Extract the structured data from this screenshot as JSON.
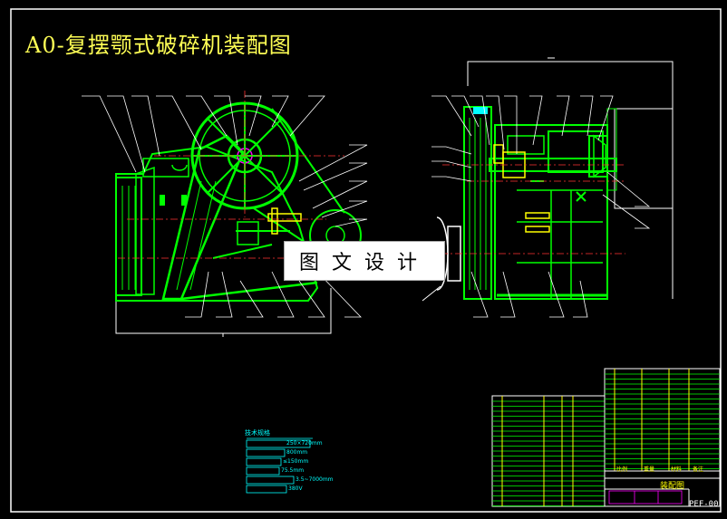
{
  "title": "A0-复摆颚式破碎机装配图",
  "watermark": "图文设计",
  "title_block": {
    "drawing_name": "装配图",
    "drawing_code": "PEF-00",
    "header_labels": [
      "比例",
      "重量",
      "材料",
      "备注"
    ]
  },
  "tech_specs": {
    "heading": "技术规格",
    "rows": [
      "250×720mm",
      "800mm",
      "≤150mm",
      "75.5mm",
      "3.5~7000mm",
      "380V"
    ]
  },
  "colors": {
    "background": "#000000",
    "frame": "#ffffff",
    "part_outline": "#00ff00",
    "leader": "#ffffff",
    "centerline": "#ff3333",
    "dimension": "#00ffff",
    "highlight": "#ffff00",
    "hatch": "#ff00ff"
  }
}
